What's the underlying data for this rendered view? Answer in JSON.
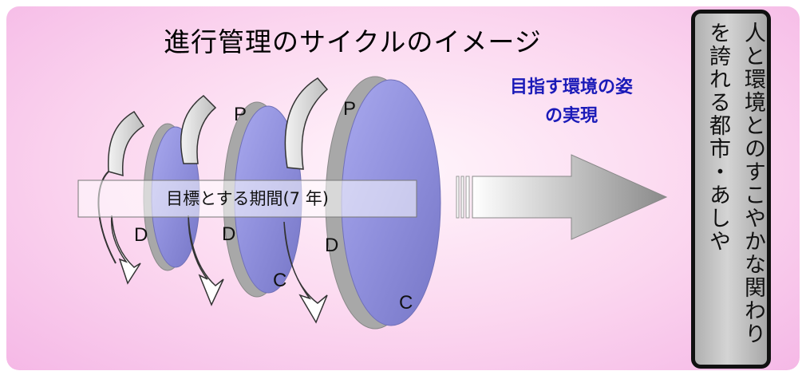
{
  "title": "進行管理のサイクルのイメージ",
  "goal": {
    "line1": "目指す環境の姿",
    "line2": "の実現"
  },
  "period_label": "目標とする期間(7 年)",
  "cycles": [
    {
      "p": "",
      "d": "D",
      "c": ""
    },
    {
      "p": "P",
      "d": "D",
      "c": "C"
    },
    {
      "p": "P",
      "d": "D",
      "c": "C"
    }
  ],
  "vision": "人と環境とのすこやかな関わりを誇れる都市・あしや",
  "colors": {
    "background": "#f8c8ea",
    "disc": "#8c8cdc",
    "disc_rim": "#a8a8a8",
    "goal_text": "#1a1ab8"
  }
}
